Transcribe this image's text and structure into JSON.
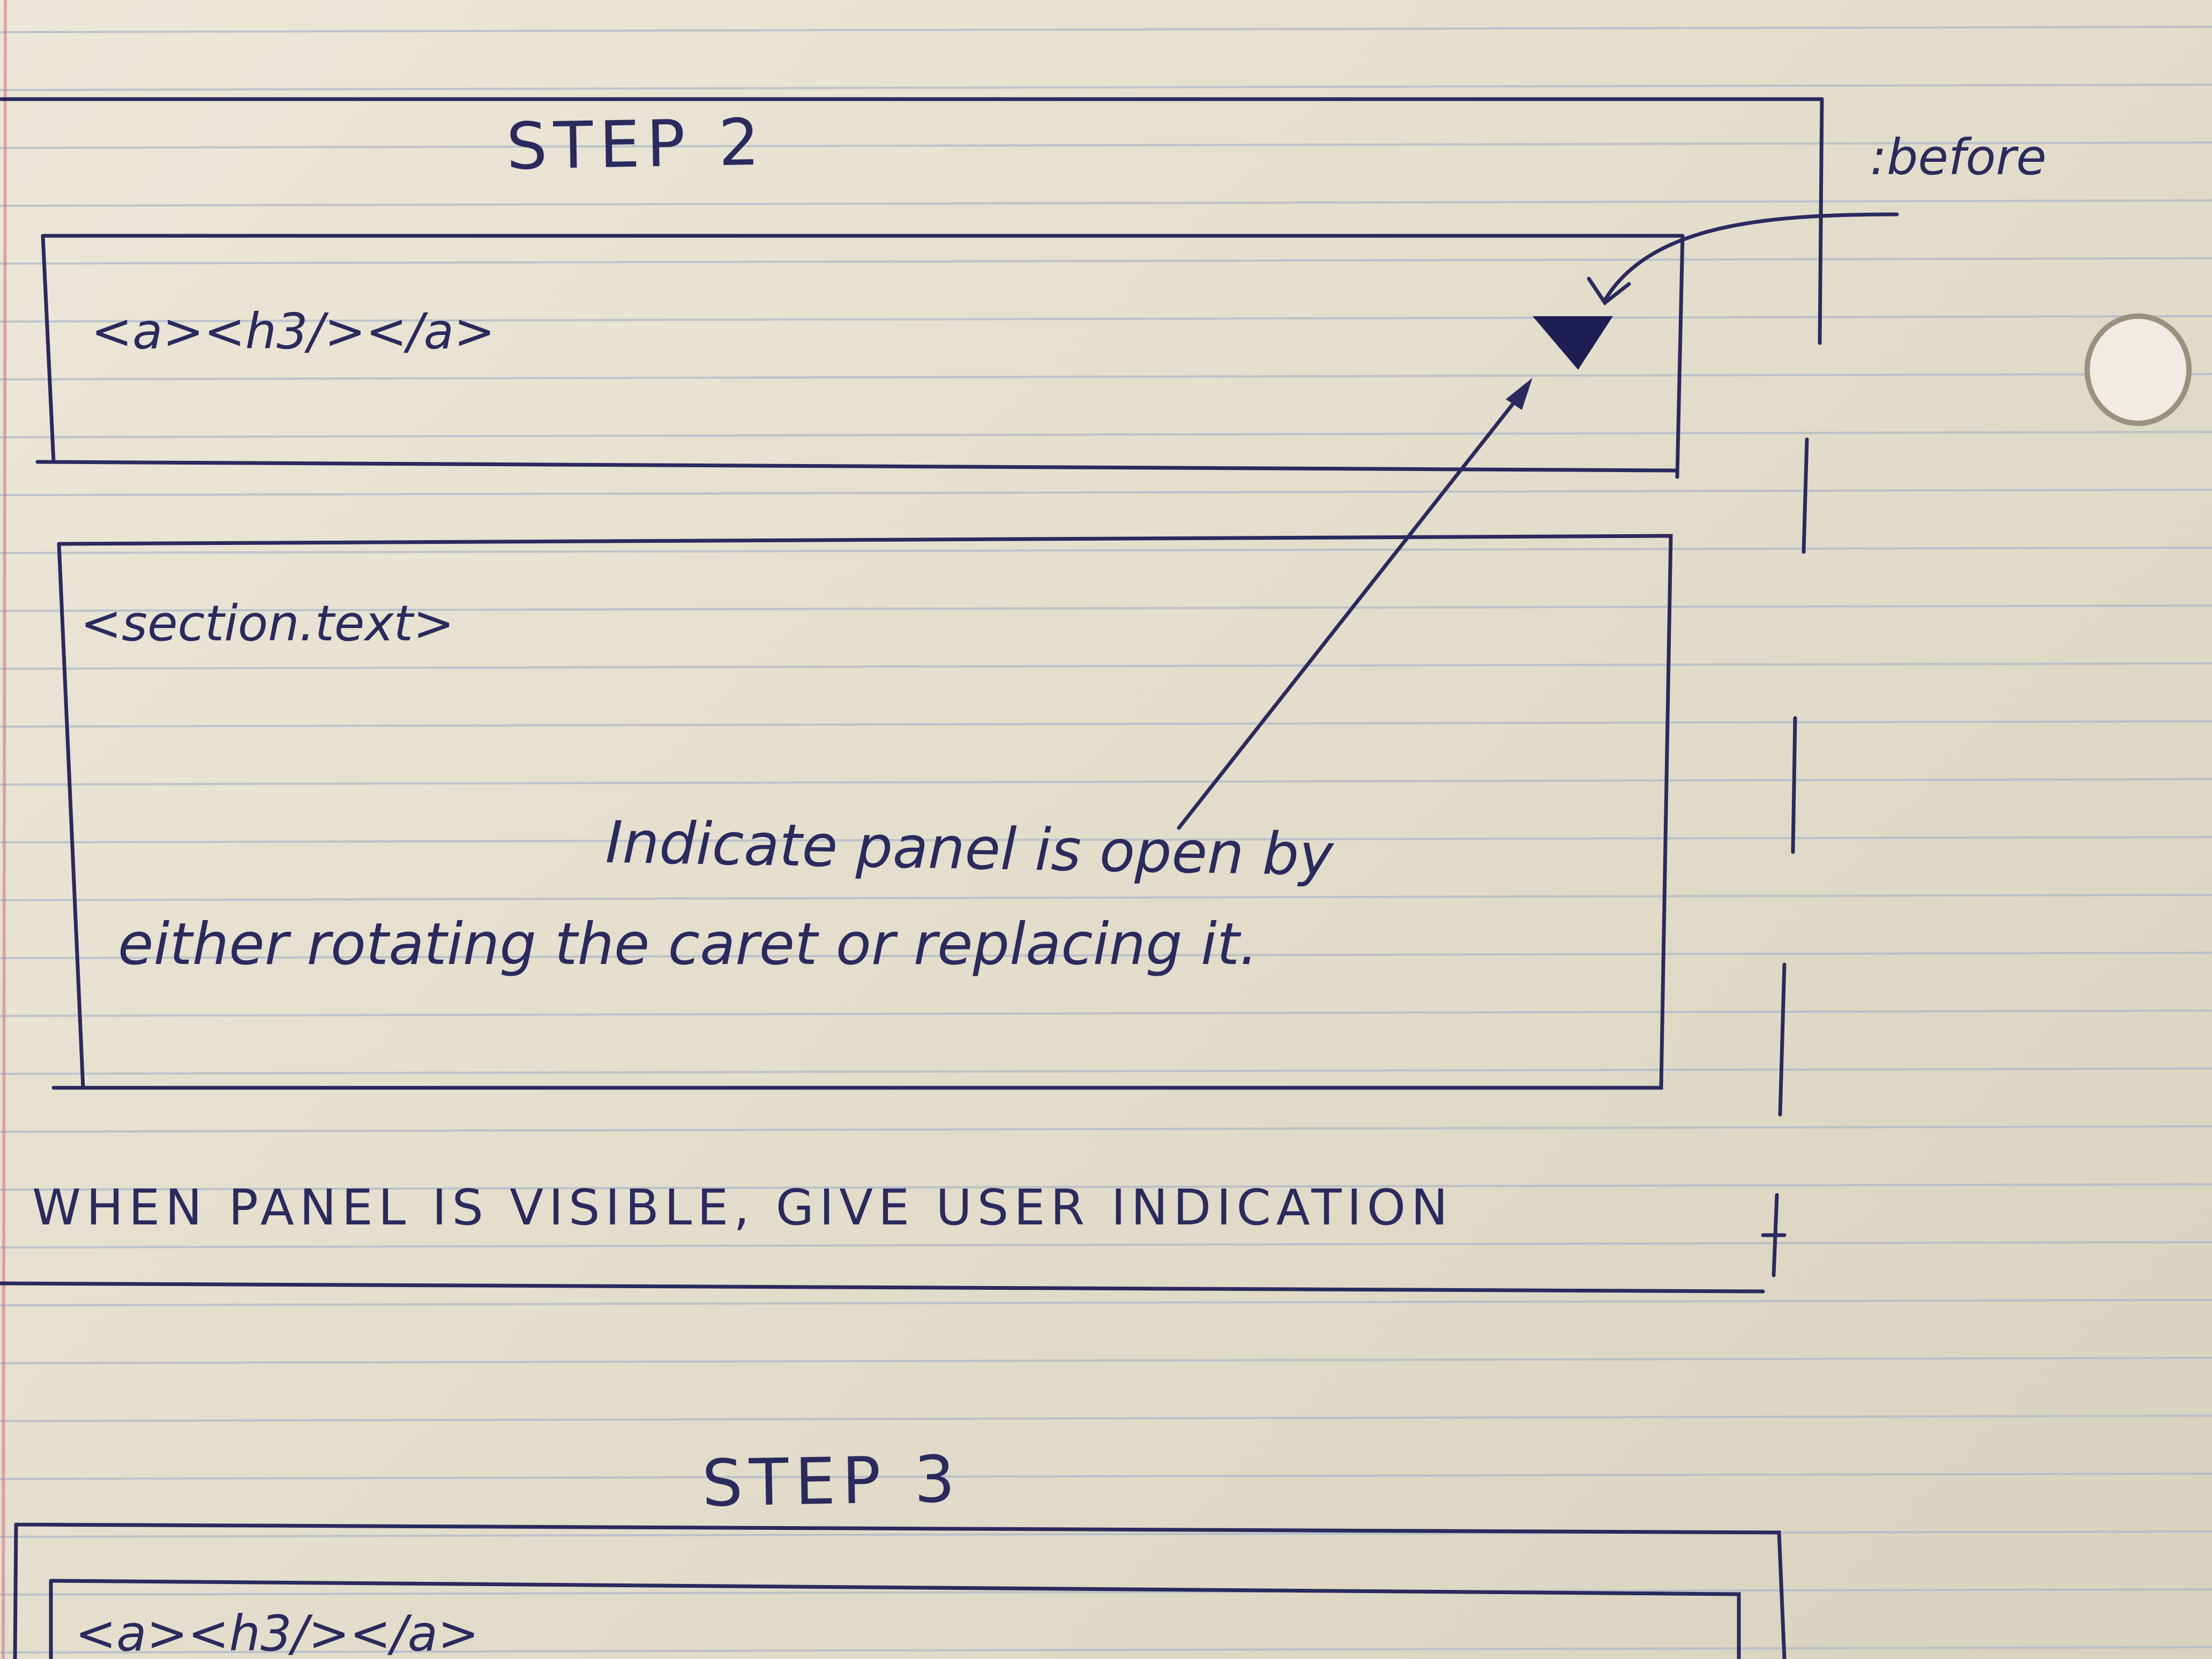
{
  "sketch": {
    "step_2_title": "STEP 2",
    "before_label": ":before",
    "anchor_tag_label": "<a><h3/></a>",
    "section_label": "<section.text>",
    "note_line_1": "Indicate panel is open by",
    "note_line_2": "either rotating the caret or replacing it.",
    "caption": "WHEN PANEL IS VISIBLE, GIVE USER INDICATION",
    "step_3_title": "STEP 3",
    "step_3_anchor_label": "<a><h3/></a>"
  },
  "colors": {
    "paper": "#e6e0cf",
    "ink": "#2a2a5e",
    "ruled_line": "#a9b7c9",
    "margin_line": "#d07a86"
  }
}
